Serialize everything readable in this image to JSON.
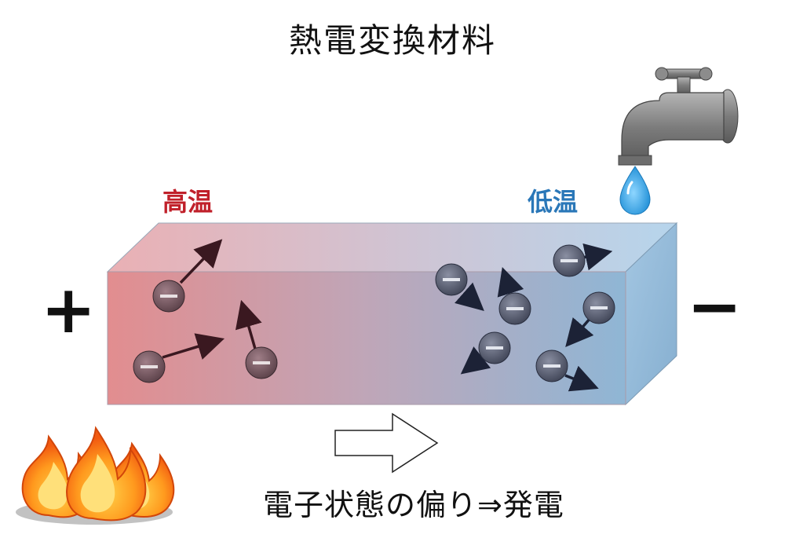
{
  "title": "熱電変換材料",
  "hot_label": "高温",
  "cold_label": "低温",
  "plus_sign": "+",
  "minus_sign": "−",
  "caption": "電子状態の偏り⇒発電",
  "electron_symbol": "−",
  "colors": {
    "hot": "#c0202a",
    "cold": "#2a77b8",
    "bar_hot": "#e08e90",
    "bar_cold": "#8fb7d6"
  },
  "icons": [
    "fire-icon",
    "faucet-icon",
    "water-drop-icon",
    "arrow-right-icon"
  ]
}
